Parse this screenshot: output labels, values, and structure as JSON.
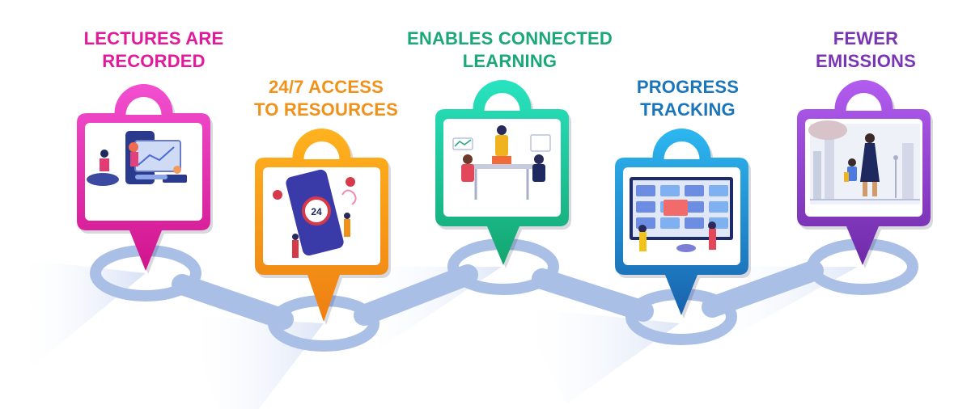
{
  "benefits": [
    {
      "line1": "LECTURES ARE",
      "line2": "RECORDED",
      "color": "#e11a9b",
      "icon": "recorded-lecture-icon"
    },
    {
      "line1": "24/7 ACCESS",
      "line2": "TO RESOURCES",
      "color": "#f0911a",
      "icon": "24-7-phone-icon"
    },
    {
      "line1": "ENABLES CONNECTED",
      "line2": "LEARNING",
      "color": "#1aa878",
      "icon": "connected-meeting-icon"
    },
    {
      "line1": "PROGRESS",
      "line2": "TRACKING",
      "color": "#1b75bb",
      "icon": "progress-board-icon"
    },
    {
      "line1": "FEWER",
      "line2": "EMISSIONS",
      "color": "#7a35b5",
      "icon": "clean-city-icon"
    }
  ],
  "colors": {
    "path": "#a9bfe6",
    "path_dark": "#8ea6d6",
    "beam": "#c9d6f0"
  }
}
